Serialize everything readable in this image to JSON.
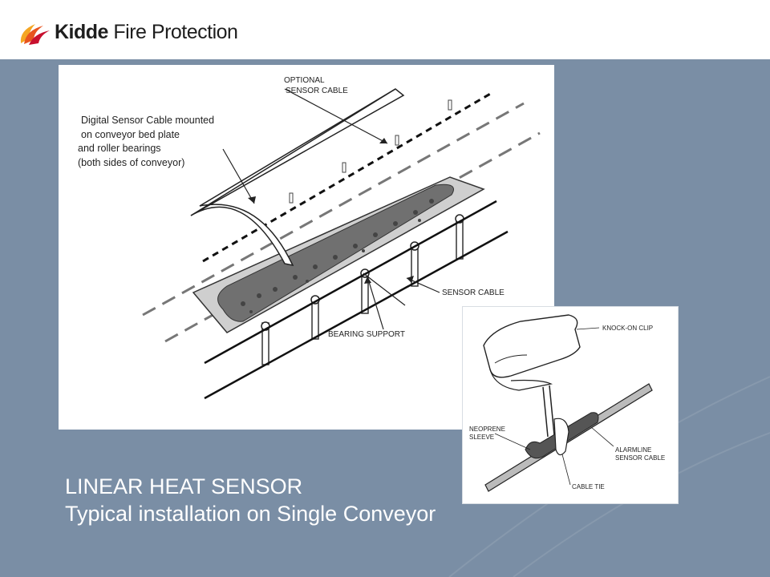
{
  "header": {
    "logo_brand": "Kidde",
    "logo_rest": " Fire Protection",
    "logo_icon": "flame-logo-icon",
    "logo_colors": [
      "#f5a623",
      "#e8541e",
      "#c8102e"
    ]
  },
  "diagram": {
    "labels": {
      "optional_1": "OPTIONAL",
      "optional_2": "SENSOR CABLE",
      "digital_1": "Digital Sensor Cable mounted",
      "digital_2": "on conveyor bed plate",
      "digital_3": "and roller bearings",
      "digital_4": "(both sides of conveyor)",
      "sensor_cable": "SENSOR CABLE",
      "bearing_support": "BEARING SUPPORT"
    }
  },
  "inset": {
    "labels": {
      "knock_on_clip": "KNOCK-ON CLIP",
      "neoprene_1": "NEOPRENE",
      "neoprene_2": "SLEEVE",
      "alarmline_1": "ALARMLINE",
      "alarmline_2": "SENSOR CABLE",
      "cable_tie": "CABLE TIE"
    }
  },
  "title": {
    "line1": "LINEAR HEAT SENSOR",
    "line2": "Typical installation on Single Conveyor"
  },
  "colors": {
    "background": "#7a8ea5",
    "header": "#ffffff",
    "title_text": "#ffffff"
  }
}
